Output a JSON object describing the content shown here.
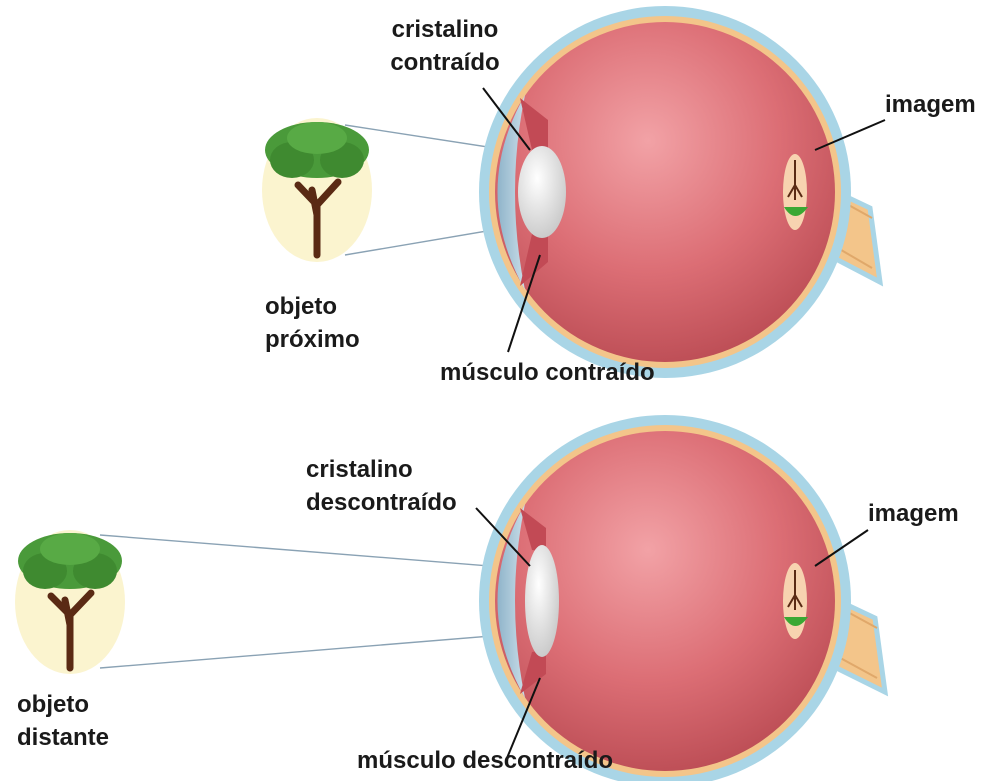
{
  "scenes": [
    {
      "object_label": [
        "objeto",
        "próximo"
      ],
      "lens_label": [
        "cristalino",
        "contraído"
      ],
      "muscle_label": "músculo contraído",
      "image_label": "imagem"
    },
    {
      "object_label": [
        "objeto",
        "distante"
      ],
      "lens_label": [
        "cristalino",
        "descontraído"
      ],
      "muscle_label": "músculo descontraído",
      "image_label": "imagem"
    }
  ],
  "colors": {
    "eyeball": "#d7646c",
    "sclera_outer": "#a9d5e6",
    "sclera_band": "#f3c58a",
    "lens": "#e4e4e4",
    "cornea": "#aac8da",
    "tree_foliage": "#4a9a3a",
    "tree_trunk": "#5a2a14",
    "object_bg": "#fbf4cf",
    "retina_image": "#3aa833",
    "ray_line": "#8aa2b4",
    "leader_line": "#111111"
  },
  "icons": [
    "tree-icon",
    "eye-icon",
    "optic-nerve-icon"
  ]
}
